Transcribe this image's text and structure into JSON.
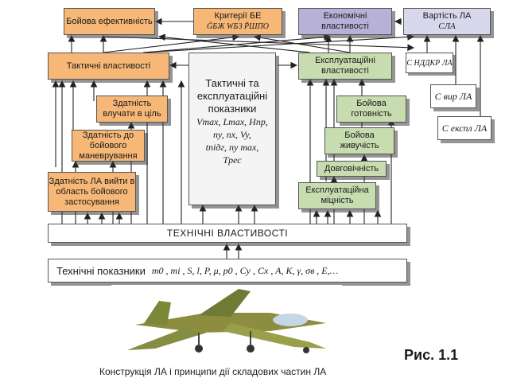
{
  "top": {
    "combat_effectiveness": "Бойова ефективність",
    "criteria_label": "Критерії БЕ",
    "criteria_formula": "G̃БЖ  WБЗ  P̃ШПО",
    "economic": "Економічні властивості",
    "cost_label": "Вартість ЛА",
    "cost_formula": "CЛА"
  },
  "left": {
    "tactical": "Тактичні властивості",
    "hit_target": "Здатність влучати в ціль",
    "maneuver": "Здатність до бойового маневрування",
    "reach_area": "Здатність ЛА вийти в область бойового застосування"
  },
  "center": {
    "title": "Тактичні та експлуатаційні показники",
    "formula_line1": "Vmax, Lmax, Hпр,",
    "formula_line2": "ny, nx, Vy,",
    "formula_line3": "tпідг, ny max,",
    "formula_line4": "Tрес"
  },
  "right": {
    "operational": "Експлуатаційні властивості",
    "readiness": "Бойова готовність",
    "survivability": "Бойова живучість",
    "durability": "Довговічність",
    "strength": "Експлуатаційна міцність",
    "cost_rnd": "C НДДКР ЛА",
    "cost_production": "C вир ЛА",
    "cost_operation": "C експл ЛА"
  },
  "bottom": {
    "technical_properties": "ТЕХНІЧНІ  ВЛАСТИВОСТІ",
    "technical_indicators": "Технічні показники",
    "technical_formula": "m0 , mi , S, l, P, μ, p0 , Cy , Cx , A, K, γ, σв , E,…"
  },
  "figure_label": "Рис. 1.1",
  "footer": "Конструкція ЛА і принципи дії складових частин ЛА"
}
